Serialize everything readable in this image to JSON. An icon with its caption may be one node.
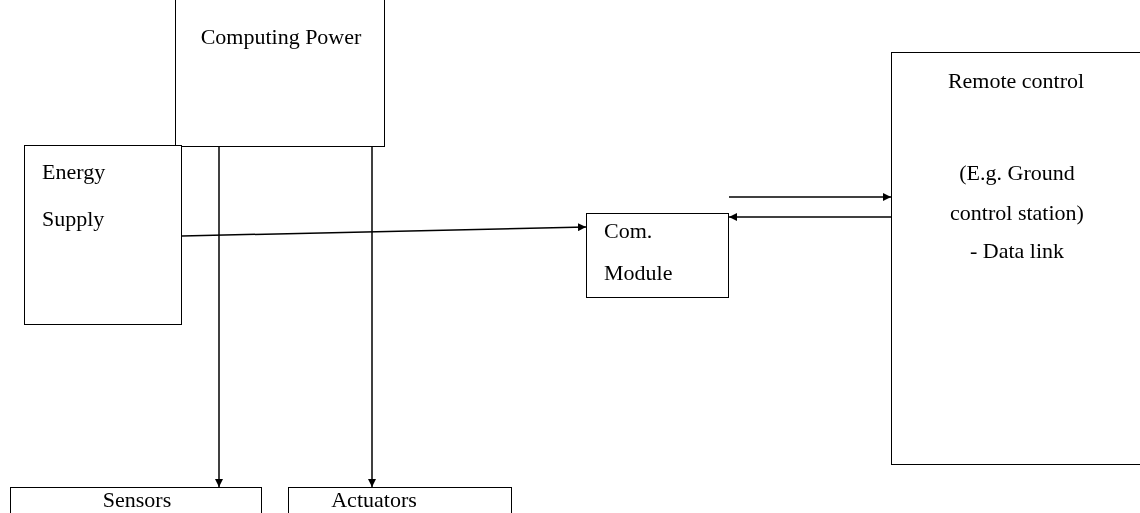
{
  "diagram": {
    "nodes": [
      {
        "text": [
          "Computing Power"
        ]
      },
      {
        "text": [
          "Energy Supply"
        ]
      },
      {
        "text": [
          "Com. Module"
        ]
      },
      {
        "text": [
          "Remote control",
          "(E.g. Ground control station)",
          "- Data link"
        ]
      },
      {
        "text": [
          "Sensors"
        ]
      },
      {
        "text": [
          "Actuators"
        ]
      }
    ],
    "edges": [
      {
        "from": 0,
        "to": 4,
        "arrow": "to"
      },
      {
        "from": 0,
        "to": 5,
        "arrow": "to"
      },
      {
        "from": 1,
        "to": 2,
        "arrow": "to"
      },
      {
        "from": 2,
        "to": 3,
        "arrow": "to"
      },
      {
        "from": 3,
        "to": 2,
        "arrow": "to"
      }
    ]
  }
}
